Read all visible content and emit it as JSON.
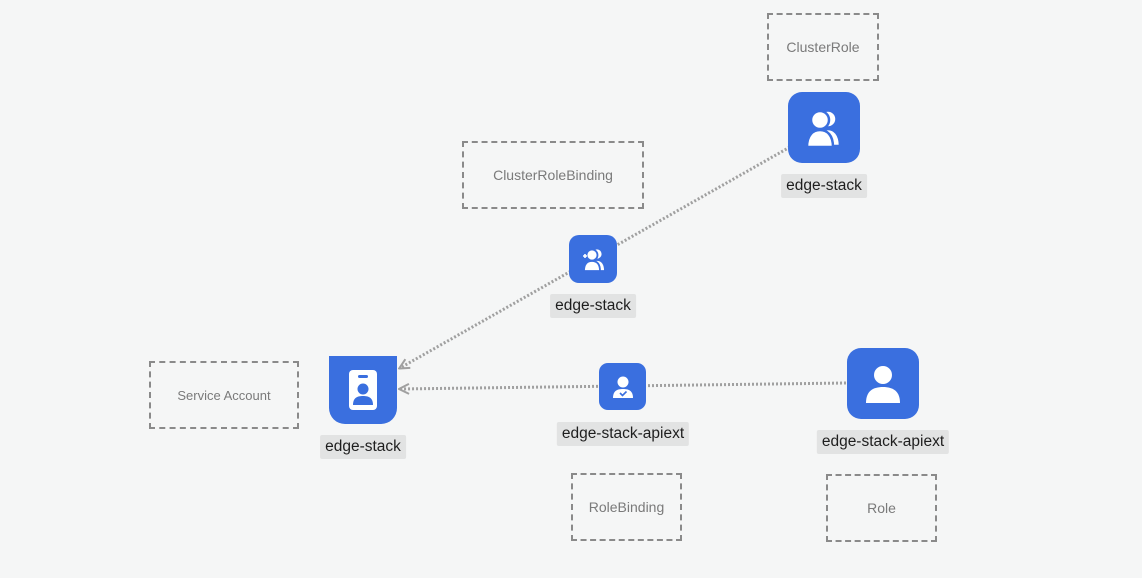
{
  "kinds": {
    "cluster_role": "ClusterRole",
    "cluster_role_binding": "ClusterRoleBinding",
    "service_account": "Service Account",
    "role_binding": "RoleBinding",
    "role": "Role"
  },
  "nodes": {
    "cluster_role": {
      "name": "edge-stack",
      "icon": "users-group-icon"
    },
    "cluster_role_binding": {
      "name": "edge-stack",
      "icon": "user-add-icon"
    },
    "service_account": {
      "name": "edge-stack",
      "icon": "id-badge-icon"
    },
    "role_binding": {
      "name": "edge-stack-apiext",
      "icon": "user-check-icon"
    },
    "role": {
      "name": "edge-stack-apiext",
      "icon": "user-icon"
    }
  },
  "colors": {
    "node": "#3a6fdf",
    "edge": "#a0a0a0",
    "label_bg": "#e2e3e3",
    "box_border": "#8a8a8a",
    "background": "#f5f6f6"
  }
}
